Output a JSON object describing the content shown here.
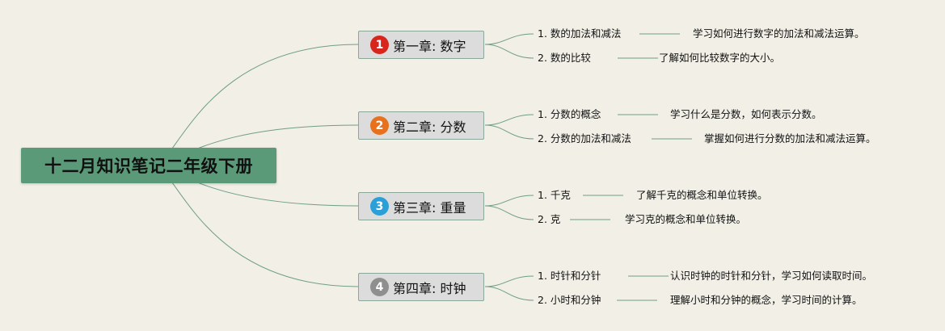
{
  "root": {
    "label": "十二月知识笔记二年级下册"
  },
  "chapters": [
    {
      "badge": "1",
      "badge_color": "#d9261c",
      "label": "第一章: 数字",
      "topics": [
        {
          "label": "1. 数的加法和减法",
          "desc": "学习如何进行数字的加法和减法运算。"
        },
        {
          "label": "2. 数的比较",
          "desc": "了解如何比较数字的大小。"
        }
      ]
    },
    {
      "badge": "2",
      "badge_color": "#e8711d",
      "label": "第二章: 分数",
      "topics": [
        {
          "label": "1. 分数的概念",
          "desc": "学习什么是分数，如何表示分数。"
        },
        {
          "label": "2. 分数的加法和减法",
          "desc": "掌握如何进行分数的加法和减法运算。"
        }
      ]
    },
    {
      "badge": "3",
      "badge_color": "#2a9fd8",
      "label": "第三章: 重量",
      "topics": [
        {
          "label": "1. 千克",
          "desc": "了解千克的概念和单位转换。"
        },
        {
          "label": "2. 克",
          "desc": "学习克的概念和单位转换。"
        }
      ]
    },
    {
      "badge": "4",
      "badge_color": "#8f8f8f",
      "label": "第四章: 时钟",
      "topics": [
        {
          "label": "1. 时针和分针",
          "desc": "认识时钟的时针和分针，学习如何读取时间。"
        },
        {
          "label": "2. 小时和分钟",
          "desc": "理解小时和分钟的概念，学习时间的计算。"
        }
      ]
    }
  ],
  "colors": {
    "background": "#f1efe6",
    "root": "#5a9a78",
    "line": "#6f9e86",
    "chapter_fill": "#dcdcdc"
  }
}
